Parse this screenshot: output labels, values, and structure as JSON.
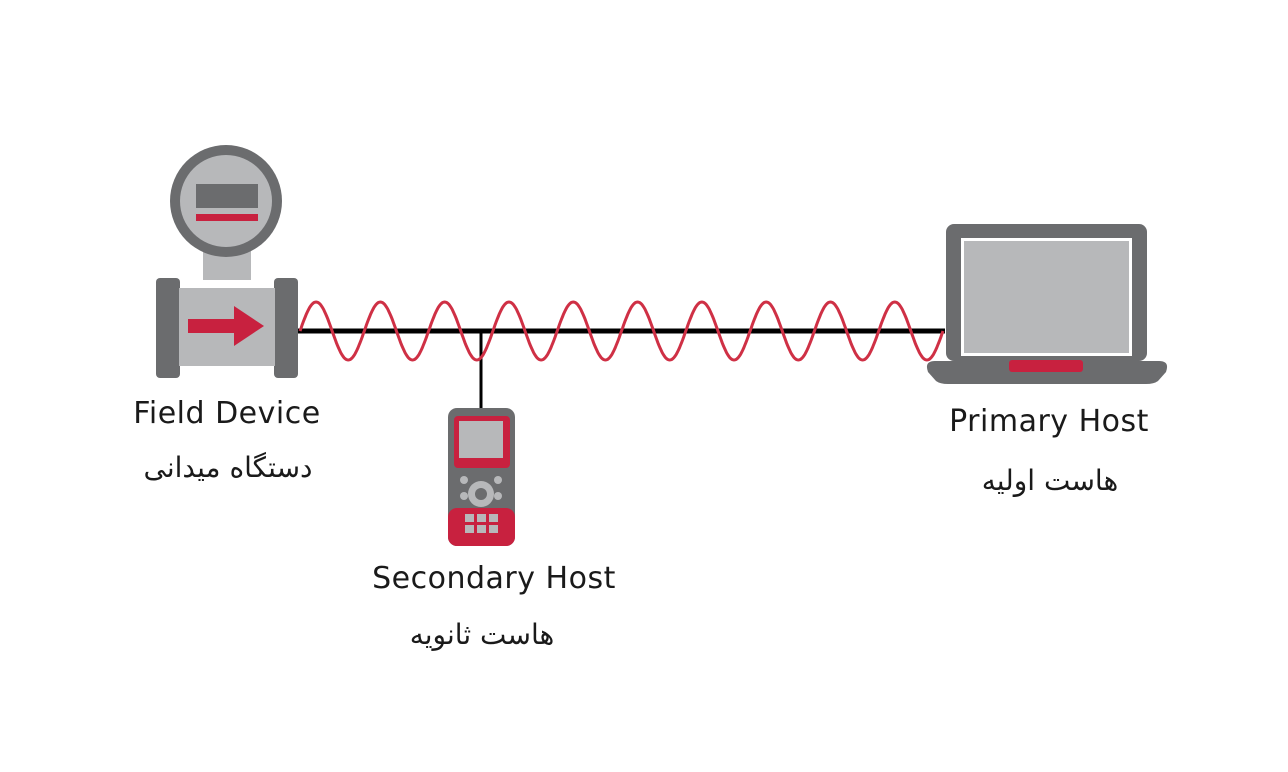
{
  "nodes": {
    "field_device": {
      "label_en": "Field Device",
      "label_fa": "دستگاه میدانی"
    },
    "secondary_host": {
      "label_en": "Secondary Host",
      "label_fa": "هاست ثانویه"
    },
    "primary_host": {
      "label_en": "Primary Host",
      "label_fa": "هاست اولیه"
    }
  },
  "colors": {
    "device_gray": "#6b6c6e",
    "light_gray": "#b7b8ba",
    "accent_red": "#c8213f",
    "wire": "#000000",
    "signal": "#cf3045"
  },
  "signal": {
    "cycles": 10
  }
}
